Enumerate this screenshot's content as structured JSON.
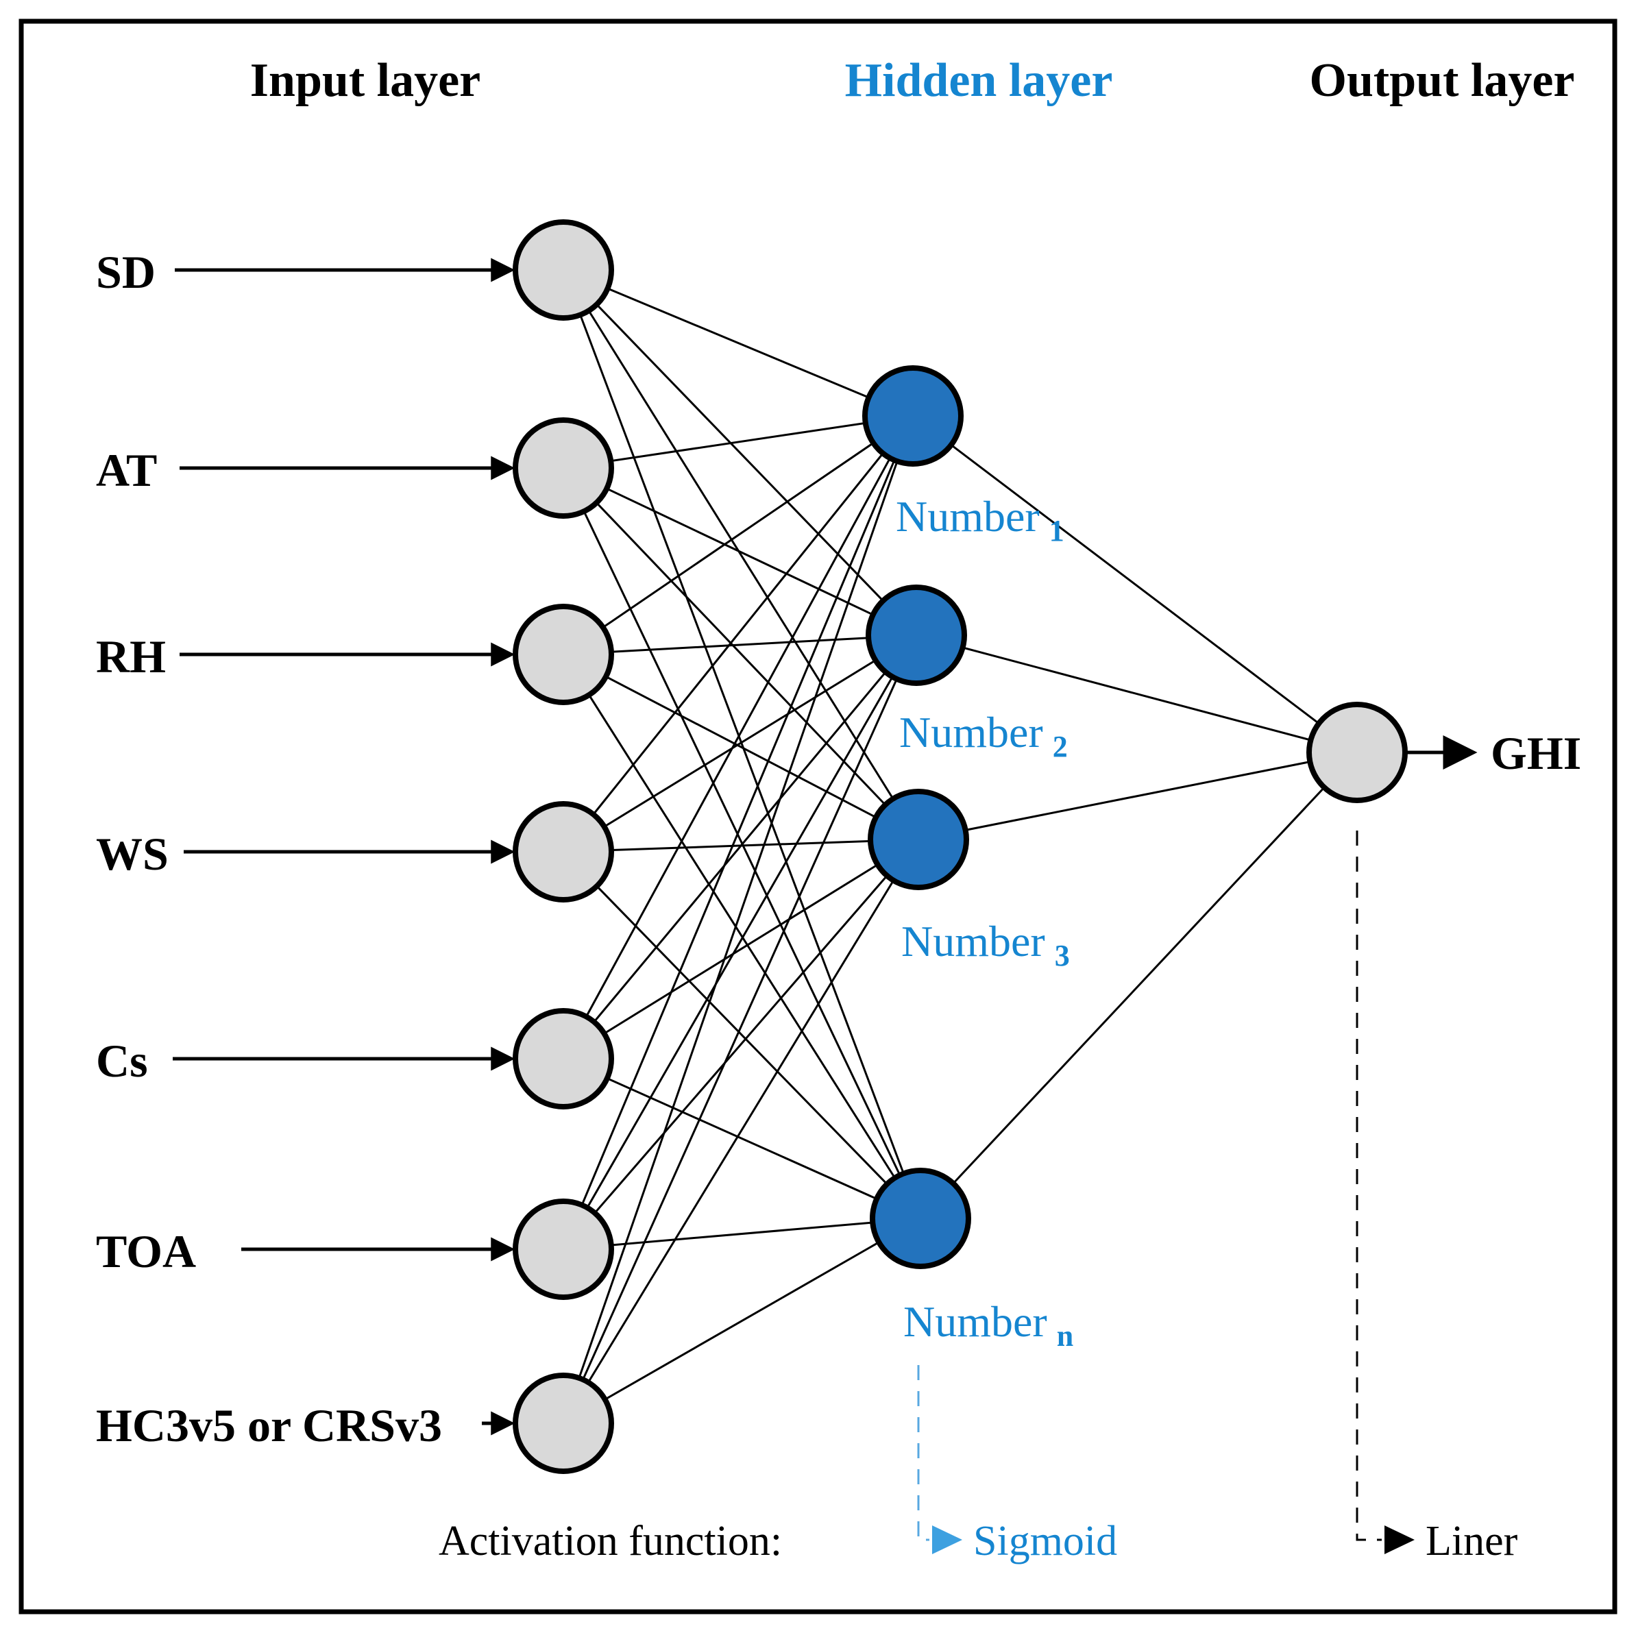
{
  "titles": {
    "input": "Input layer",
    "hidden": "Hidden layer",
    "output": "Output layer"
  },
  "inputs": [
    {
      "label": "SD"
    },
    {
      "label": "AT"
    },
    {
      "label": "RH"
    },
    {
      "label": "WS"
    },
    {
      "label": "Cs"
    },
    {
      "label": "TOA"
    },
    {
      "label": "HC3v5 or CRSv3"
    }
  ],
  "hidden_nodes": [
    {
      "label": "Number",
      "sub": "1"
    },
    {
      "label": "Number",
      "sub": "2"
    },
    {
      "label": "Number",
      "sub": "3"
    },
    {
      "label": "Number",
      "sub": "n"
    }
  ],
  "output_node": {
    "label": "GHI"
  },
  "activation": {
    "prefix": "Activation function:",
    "hidden_fn": "Sigmoid",
    "output_fn": "Liner"
  },
  "colors": {
    "hidden_node_fill": "#2373bd",
    "input_node_fill": "#d9d9d9",
    "blue_text": "#1585d0",
    "blue_arrow": "#3da0e0",
    "blue_dash": "#58a8e0",
    "line": "#000000"
  }
}
